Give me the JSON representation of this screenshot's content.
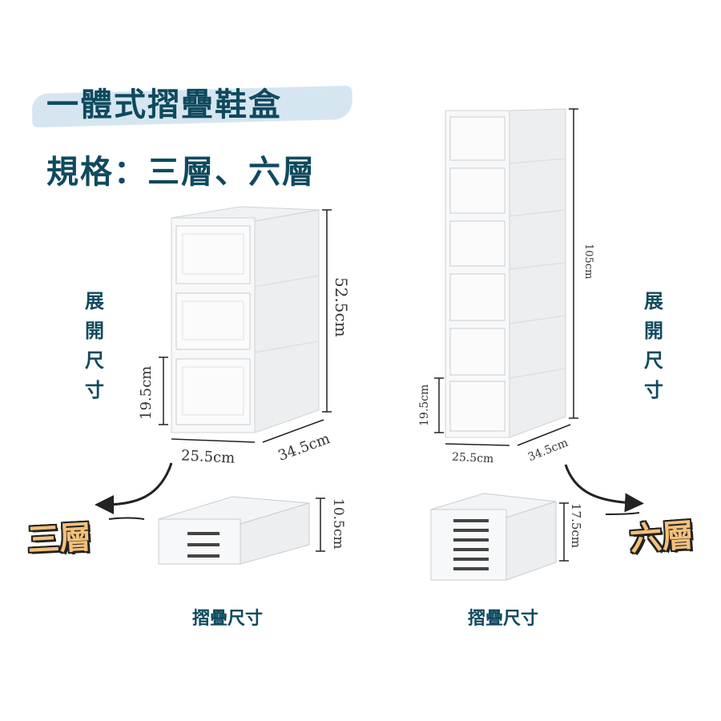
{
  "header": {
    "title": "一體式摺疊鞋盒",
    "spec": "規格：三層、六層"
  },
  "left": {
    "side_label": [
      "展",
      "開",
      "尺",
      "寸"
    ],
    "height": "52.5cm",
    "drawer_height": "19.5cm",
    "width": "25.5cm",
    "depth": "34.5cm",
    "folded_height": "10.5cm",
    "folded_label": "摺疊尺寸",
    "badge": "三層"
  },
  "right": {
    "side_label": [
      "展",
      "開",
      "尺",
      "寸"
    ],
    "height": "105cm",
    "drawer_height": "19.5cm",
    "width": "25.5cm",
    "depth": "34.5cm",
    "folded_height": "17.5cm",
    "folded_label": "摺疊尺寸",
    "badge": "六層"
  },
  "colors": {
    "heading": "#0f4a5e",
    "brush": "#cfe2ee",
    "badge_fill": "#f4c07a"
  }
}
